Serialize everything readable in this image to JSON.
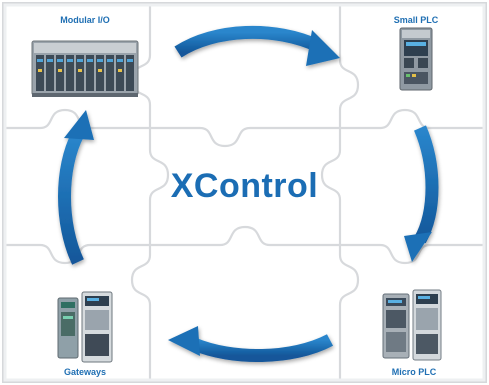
{
  "center": {
    "title": "XControl"
  },
  "nodes": [
    {
      "key": "modular_io",
      "label": "Modular I/O",
      "icon": "modular-io-device-icon"
    },
    {
      "key": "small_plc",
      "label": "Small PLC",
      "icon": "small-plc-device-icon"
    },
    {
      "key": "micro_plc",
      "label": "Micro PLC",
      "icon": "micro-plc-device-icon"
    },
    {
      "key": "gateways",
      "label": "Gateways",
      "icon": "gateways-device-icon"
    }
  ],
  "colors": {
    "accent": "#1b6db4",
    "arrow": "#1a6fb6",
    "puzzle_line": "#d4d6d9",
    "background": "#ffffff"
  }
}
